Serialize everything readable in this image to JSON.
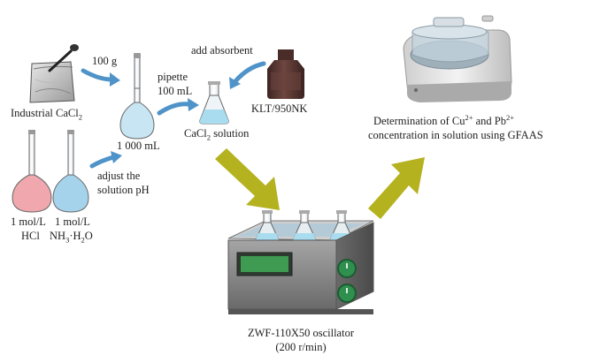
{
  "labels": {
    "mass": "100 g",
    "industrial_cacl2": "Industrial CaCl",
    "industrial_cacl2_sub": "2",
    "pipette_line1": "pipette",
    "pipette_line2": "100 mL",
    "add_absorbent": "add absorbent",
    "klt": "KLT/950NK",
    "volumetric_flask_volume": "1 000 mL",
    "cacl2_solution_a": "CaCl",
    "cacl2_solution_sub": "2",
    "cacl2_solution_b": " solution",
    "adjust_line1": "adjust the",
    "adjust_line2": "solution pH",
    "hcl_conc": "1 mol/L",
    "hcl_name": "HCl",
    "nh3_conc": "1 mol/L",
    "nh3_a": "NH",
    "nh3_sub1": "3",
    "nh3_b": "·H",
    "nh3_sub2": "2",
    "nh3_c": "O",
    "gfaas_line1_a": "Determination of Cu",
    "gfaas_cu_sup": "2+",
    "gfaas_line1_b": " and Pb",
    "gfaas_pb_sup": "2+",
    "gfaas_line2": "concentration in solution using GFAAS",
    "oscillator_name": "ZWF-110X50 oscillator",
    "oscillator_speed": "(200 r/min)"
  },
  "colors": {
    "blue_arrow": "#4f93c8",
    "olive_arrow": "#b5b220",
    "hcl_liquid": "#f0a7ae",
    "nh3_liquid": "#a6d3ec",
    "bottle": "#5a3530",
    "oscillator_body": "#7d7d7d",
    "display": "#3f9a52"
  },
  "icons": [
    "sample-bag-icon",
    "volumetric-flask-icon",
    "erlenmeyer-flask-icon",
    "reagent-bottle-icon",
    "hcl-flask-icon",
    "nh3-flask-icon",
    "gfaas-instrument-icon",
    "oscillator-icon"
  ]
}
